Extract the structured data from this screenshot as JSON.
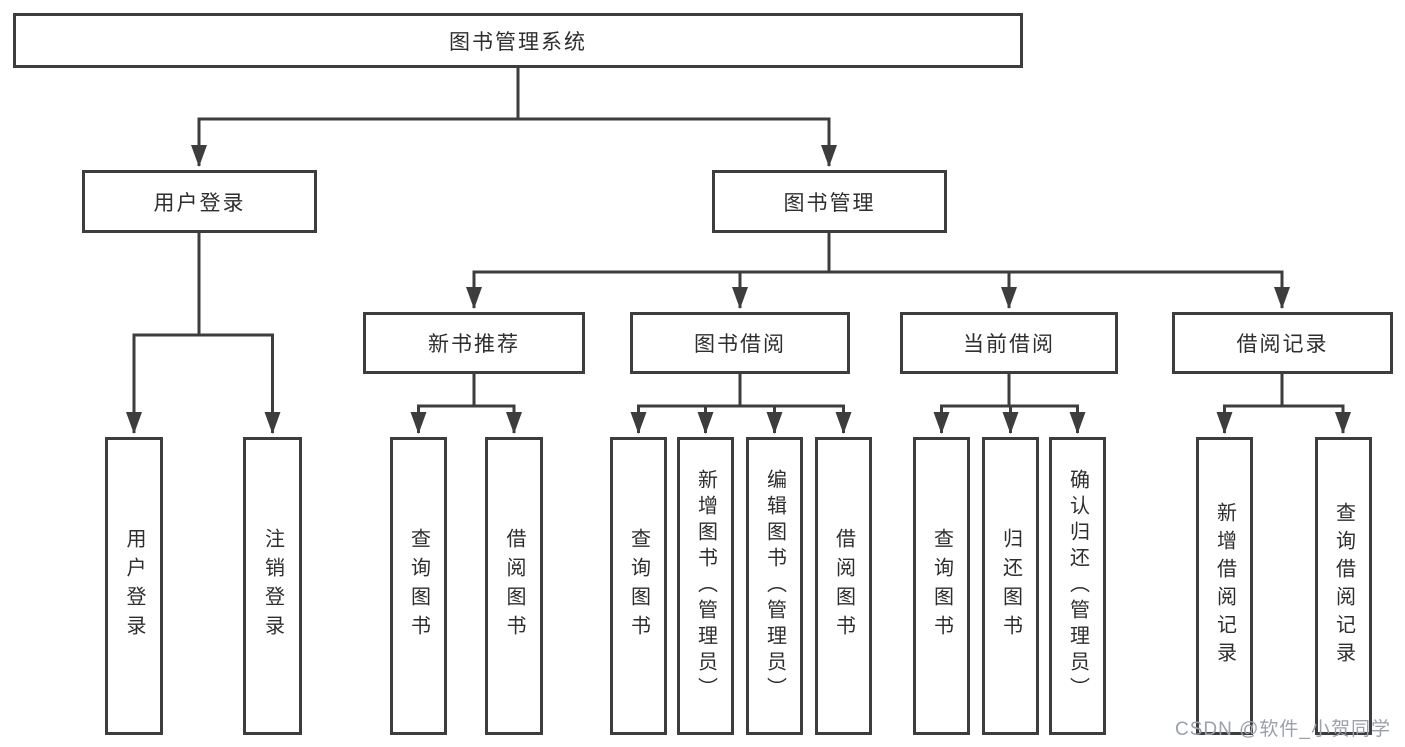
{
  "watermark": "CSDN @软件_小贺同学",
  "colors": {
    "line": "#3d3d3d",
    "text": "#2e2e2e",
    "background": "#ffffff",
    "watermark": "#9ba0ab"
  },
  "nodes": {
    "root": "图书管理系统",
    "user_login": "用户登录",
    "book_mgmt": "图书管理",
    "new_book_rec": "新书推荐",
    "book_borrow": "图书借阅",
    "current_borrow": "当前借阅",
    "borrow_records": "借阅记录",
    "leaf_user_login": "用户登录",
    "leaf_logout": "注销登录",
    "leaf_query_book_1": "查询图书",
    "leaf_borrow_book_1": "借阅图书",
    "leaf_query_book_2": "查询图书",
    "leaf_add_book": "新增图书（管理员）",
    "leaf_edit_book": "编辑图书（管理员）",
    "leaf_borrow_book_2": "借阅图书",
    "leaf_query_book_3": "查询图书",
    "leaf_return_book": "归还图书",
    "leaf_confirm_return": "确认归还（管理员）",
    "leaf_add_record": "新增借阅记录",
    "leaf_query_record": "查询借阅记录"
  },
  "hierarchy": {
    "图书管理系统": {
      "用户登录": [
        "用户登录",
        "注销登录"
      ],
      "图书管理": {
        "新书推荐": [
          "查询图书",
          "借阅图书"
        ],
        "图书借阅": [
          "查询图书",
          "新增图书（管理员）",
          "编辑图书（管理员）",
          "借阅图书"
        ],
        "当前借阅": [
          "查询图书",
          "归还图书",
          "确认归还（管理员）"
        ],
        "借阅记录": [
          "新增借阅记录",
          "查询借阅记录"
        ]
      }
    }
  }
}
